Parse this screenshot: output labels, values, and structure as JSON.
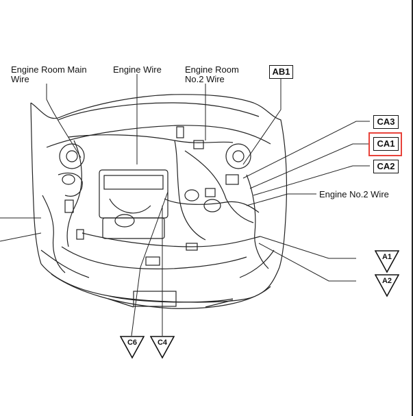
{
  "labels": {
    "engine_room_main_wire": [
      "Engine Room Main",
      "Wire"
    ],
    "engine_wire": "Engine Wire",
    "engine_room_no2_wire": [
      "Engine Room",
      "No.2 Wire"
    ],
    "engine_no2_wire": "Engine No.2 Wire"
  },
  "connectors": {
    "ab1": "AB1",
    "ca3": "CA3",
    "ca1": "CA1",
    "ca2": "CA2"
  },
  "ground_points": {
    "a1": "A1",
    "a2": "A2",
    "c6": "C6",
    "c4": "C4"
  },
  "highlight": {
    "target": "CA1",
    "color": "#e8423a"
  }
}
